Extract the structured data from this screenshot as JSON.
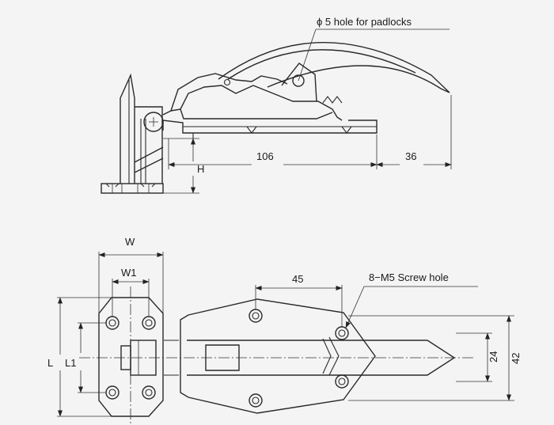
{
  "drawing": {
    "top_view": {
      "callout_hole": "ϕ 5 hole for padlocks",
      "dim_106": "106",
      "dim_36": "36",
      "dim_h": "H"
    },
    "bottom_view": {
      "dim_w": "W",
      "dim_w1": "W1",
      "dim_l": "L",
      "dim_l1": "L1",
      "dim_45": "45",
      "callout_screw": "8−M5 Screw hole",
      "dim_24": "24",
      "dim_42": "42"
    }
  }
}
